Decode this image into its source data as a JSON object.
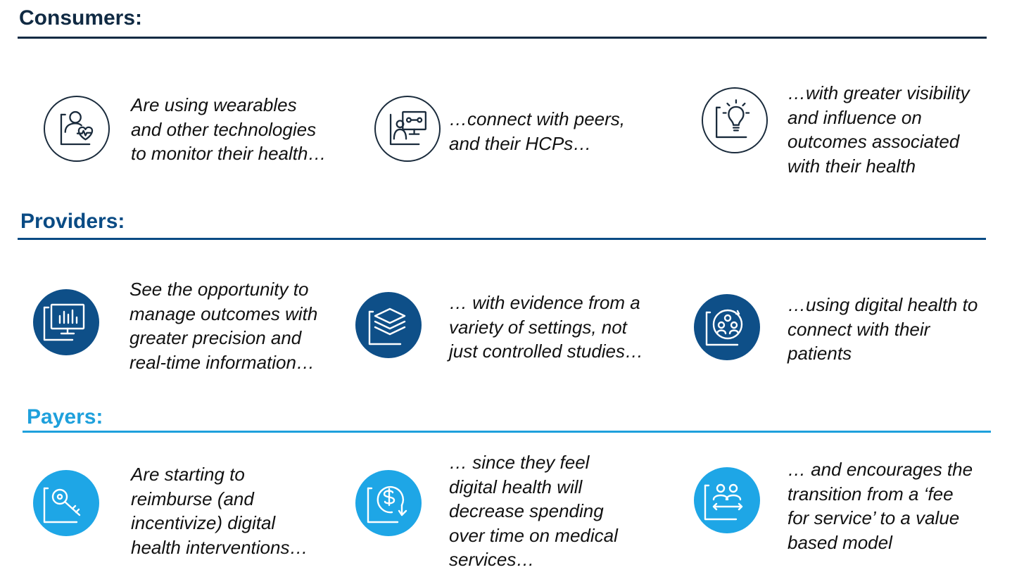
{
  "colors": {
    "consumers": "#102a43",
    "providers": "#0a4b84",
    "payers": "#1ea0dc",
    "provider_icon_bg": "#0e4f88",
    "payer_icon_bg": "#1ea6e6",
    "outline": "#1a2b3c"
  },
  "sections": {
    "consumers": {
      "title": "Consumers:",
      "items": [
        {
          "icon": "heart-monitor-person-icon",
          "text": "Are using wearables\nand other technologies\nto monitor their health…"
        },
        {
          "icon": "person-at-computer-icon",
          "text": "…connect with peers,\nand their HCPs…"
        },
        {
          "icon": "lightbulb-icon",
          "text": "…with greater visibility\nand influence on\noutcomes associated\nwith their health"
        }
      ]
    },
    "providers": {
      "title": "Providers:",
      "items": [
        {
          "icon": "monitor-chart-icon",
          "text": "See the opportunity to\nmanage outcomes with\ngreater precision and\nreal-time information…"
        },
        {
          "icon": "layers-icon",
          "text": "… with evidence from a\nvariety of settings, not\njust controlled studies…"
        },
        {
          "icon": "connected-people-icon",
          "text": "…using digital health to\nconnect with their\npatients"
        }
      ]
    },
    "payers": {
      "title": "Payers:",
      "items": [
        {
          "icon": "key-icon",
          "text": "Are starting to\nreimburse (and\nincentivize) digital\nhealth interventions…"
        },
        {
          "icon": "dollar-decrease-icon",
          "text": "… since they feel\ndigital health will\ndecrease spending\nover time on medical\nservices…"
        },
        {
          "icon": "people-transition-icon",
          "text": "… and encourages the\ntransition from a ‘fee\nfor service’ to a value\nbased model"
        }
      ]
    }
  }
}
